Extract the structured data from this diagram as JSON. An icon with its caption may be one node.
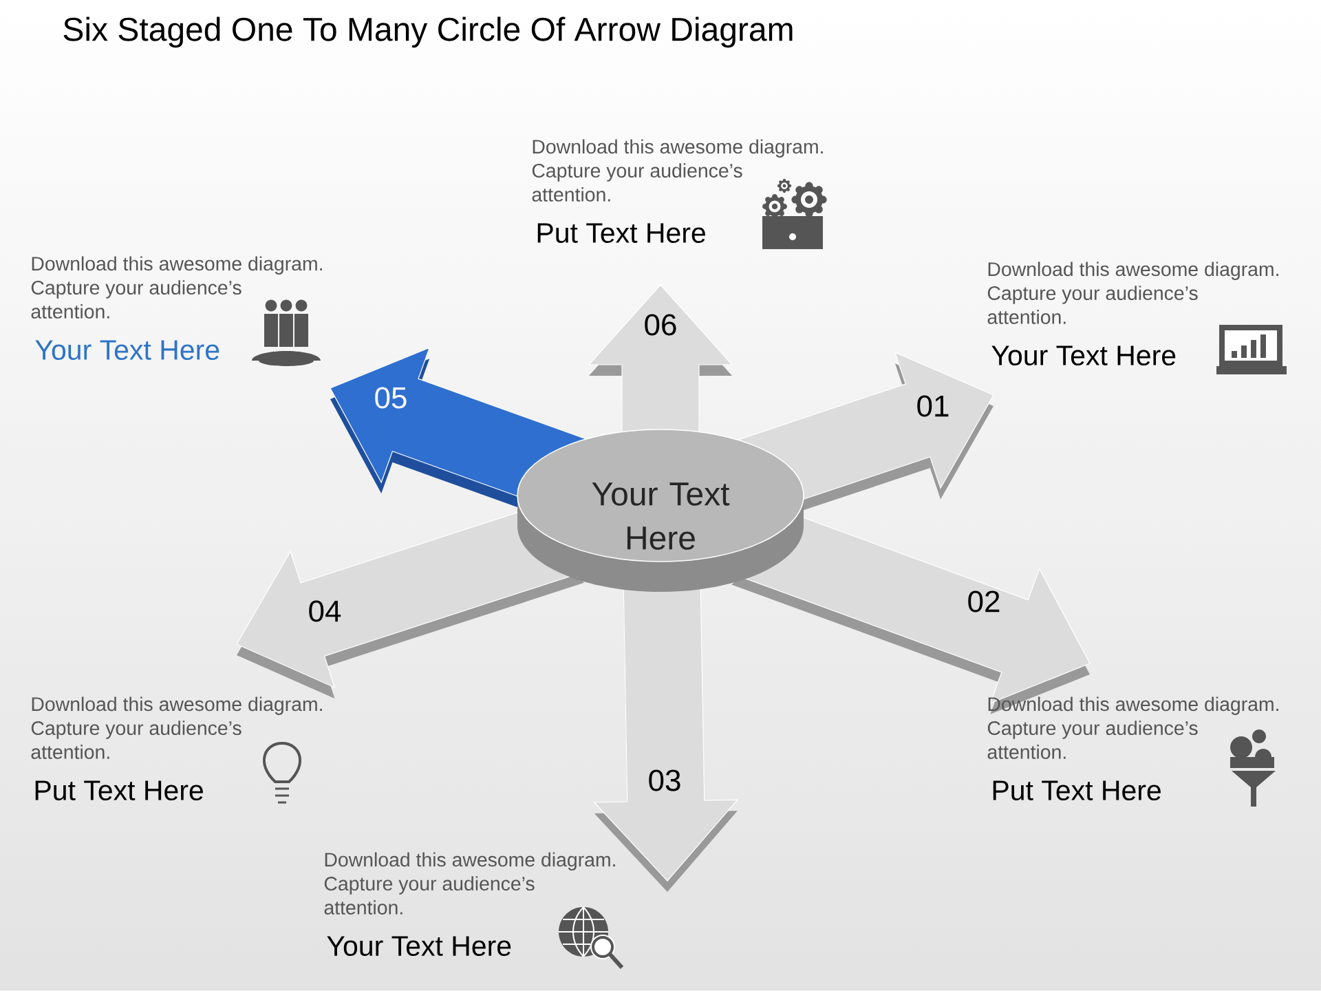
{
  "diagram": {
    "title": "Six Staged One To Many Circle Of Arrow Diagram",
    "nodes": [
      {
        "text": [
          "Your Text Here"
        ]
      },
      {
        "text": [
          "01"
        ]
      },
      {
        "text": [
          "02"
        ]
      },
      {
        "text": [
          "03"
        ]
      },
      {
        "text": [
          "04"
        ]
      },
      {
        "text": [
          "05"
        ]
      },
      {
        "text": [
          "06"
        ]
      }
    ],
    "labels": [
      "Download this awesome diagram. Capture your audience’s attention.",
      "Put Text Here",
      "Download this awesome diagram. Capture your audience’s attention.",
      "Your Text Here",
      "Download this awesome diagram. Capture your audience’s attention.",
      "Your Text Here",
      "Download this awesome diagram. Capture your audience’s attention.",
      "Put Text Here",
      "Download this awesome diagram. Capture your audience’s attention.",
      "Put Text Here",
      "Download this awesome diagram. Capture your audience’s attention.",
      "Your Text Here"
    ]
  }
}
